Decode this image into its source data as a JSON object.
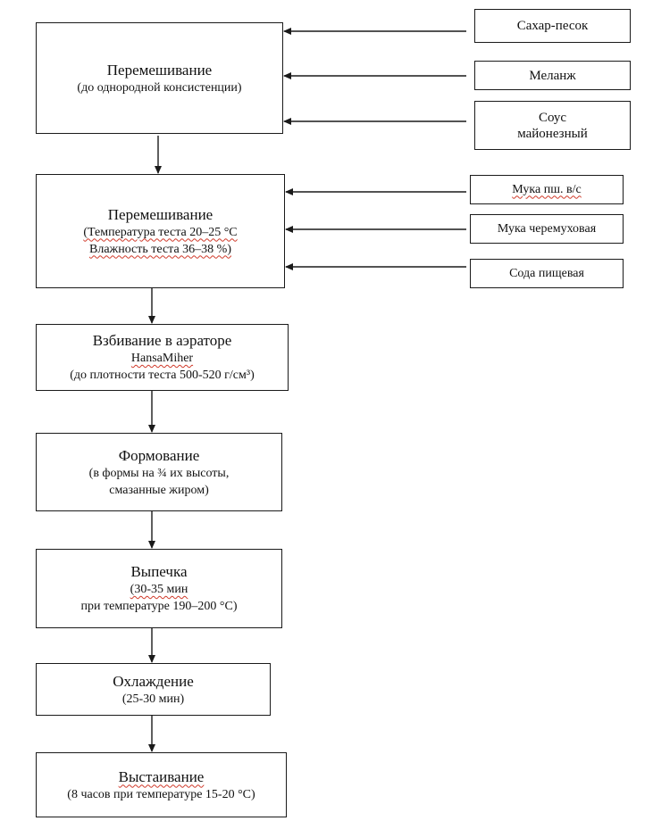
{
  "steps": [
    {
      "title": "Перемешивание",
      "lines": [
        "(до однородной консистенции)"
      ]
    },
    {
      "title": "Перемешивание",
      "lines": [
        "(Температура теста 20–25 °С",
        "Влажность  теста 36–38 %)"
      ]
    },
    {
      "title": "Взбивание в аэраторе",
      "lines": [
        "HansaMiher",
        "(до плотности теста 500-520 г/см³)"
      ]
    },
    {
      "title": "Формование",
      "lines": [
        "(в формы на ¾ их высоты,",
        "смазанные жиром)"
      ]
    },
    {
      "title": "Выпечка",
      "lines": [
        "(30-35 мин",
        "при температуре 190–200 °С)"
      ]
    },
    {
      "title": "Охлаждение",
      "lines": [
        "(25-30 мин)"
      ]
    },
    {
      "title": "Выстаивание",
      "lines": [
        "(8 часов при температуре 15-20 °С)"
      ]
    }
  ],
  "ingredients": [
    {
      "label": "Сахар-песок"
    },
    {
      "label": "Меланж"
    },
    {
      "label": "Соус майонезный",
      "lines": [
        "Соус",
        "майонезный"
      ]
    },
    {
      "label": "Мука пш. в/с"
    },
    {
      "label": "Мука черемуховая"
    },
    {
      "label": "Сода пищевая"
    }
  ],
  "colors": {
    "line": "#1a1a1a",
    "spellcheck_wavy": "#4a9a3a"
  }
}
